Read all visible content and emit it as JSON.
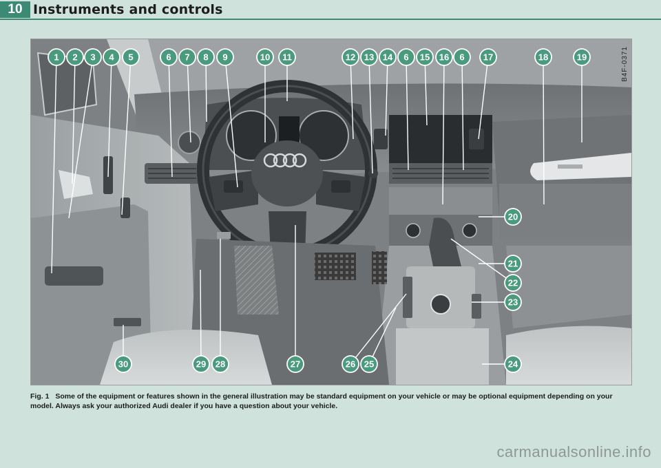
{
  "header": {
    "page_number": "10",
    "section_title": "Instruments and controls",
    "accent_color": "#3c8a73"
  },
  "figure": {
    "side_code": "B4F-0371",
    "callout_color": "#4a9a7e",
    "callouts": [
      "1",
      "2",
      "3",
      "4",
      "5",
      "6",
      "7",
      "8",
      "9",
      "10",
      "11",
      "12",
      "13",
      "14",
      "6",
      "15",
      "16",
      "6",
      "17",
      "18",
      "19",
      "20",
      "21",
      "22",
      "23",
      "24",
      "25",
      "26",
      "27",
      "28",
      "29",
      "30"
    ]
  },
  "caption": {
    "label": "Fig. 1",
    "text": "Some of the equipment or features shown in the general illustration may be standard equipment on your vehicle or may be optional equipment depending on your model. Always ask your authorized Audi dealer if you have a question about your vehicle."
  },
  "watermark": "carmanualsonline.info"
}
